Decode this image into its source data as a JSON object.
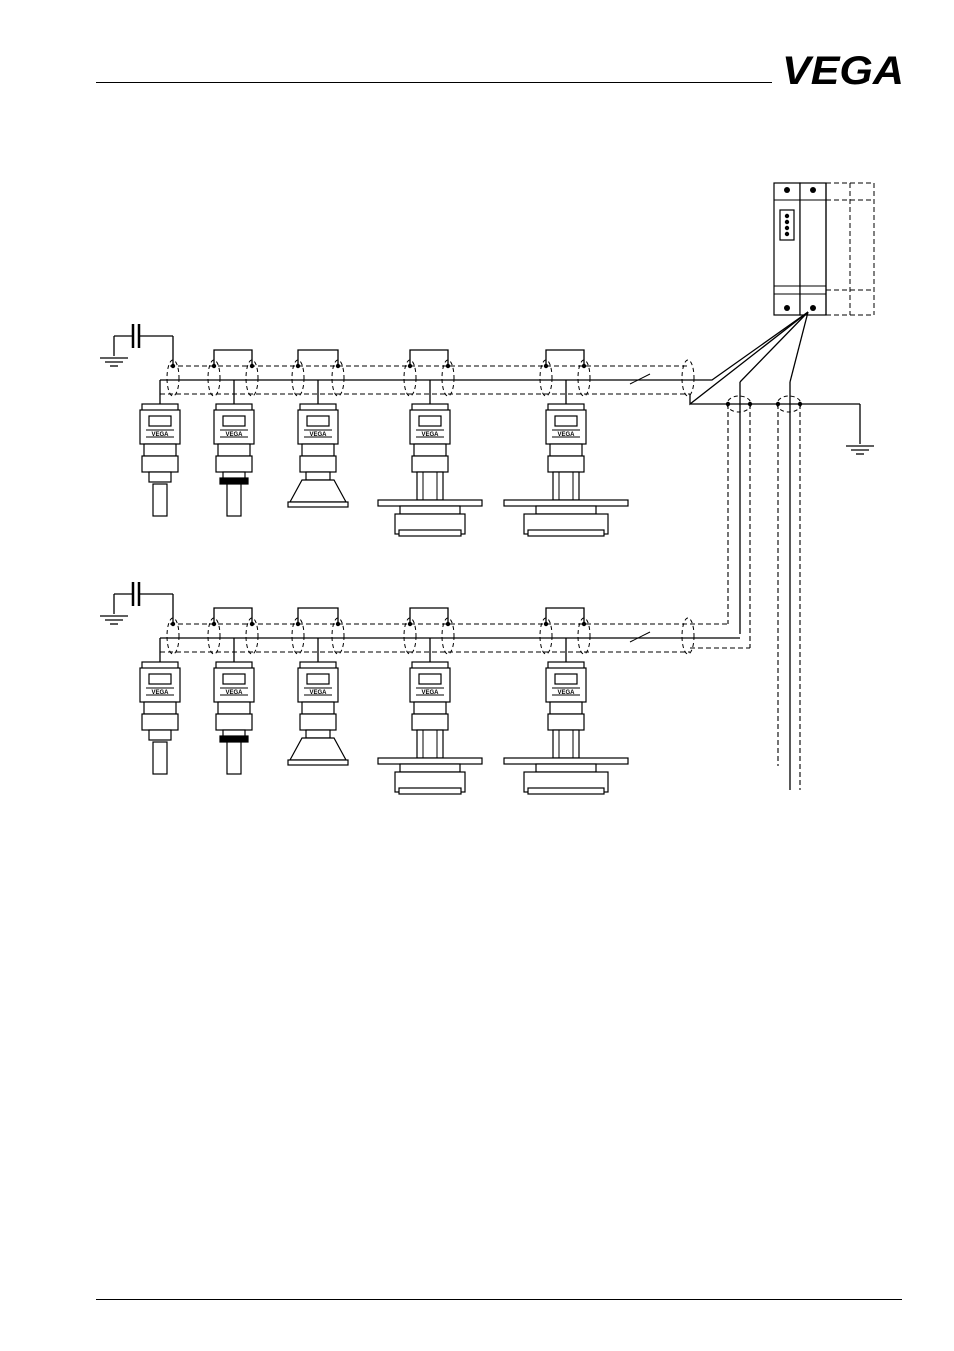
{
  "header": {
    "logo_text": "VEGA",
    "logo_color": "#000000"
  },
  "diagram": {
    "sensor_badge_text": "VEGA",
    "line_color": "#000000",
    "background": "#ffffff",
    "rows": [
      {
        "sensors": [
          "rod-probe",
          "rod-probe-collar",
          "horn-small",
          "flange-horn-medium",
          "flange-horn-large"
        ]
      },
      {
        "sensors": [
          "rod-probe",
          "rod-probe-collar",
          "horn-small",
          "flange-horn-medium",
          "flange-horn-large"
        ]
      }
    ]
  }
}
